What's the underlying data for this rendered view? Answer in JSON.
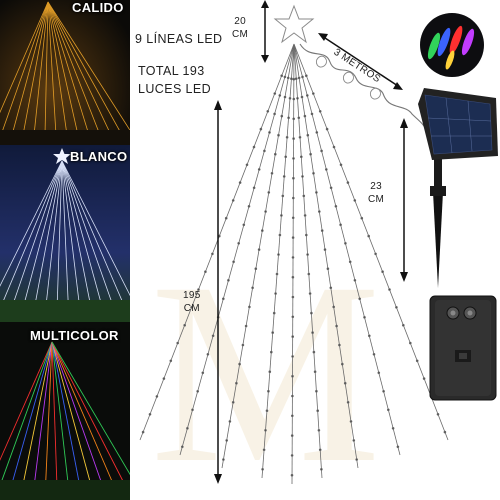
{
  "variants": [
    {
      "label": "CALIDO",
      "theme": "warm"
    },
    {
      "label": "BLANCO",
      "theme": "white"
    },
    {
      "label": "MULTICOLOR",
      "theme": "multi"
    }
  ],
  "specs": {
    "lines": "9 LÍNEAS LED",
    "total_line1": "TOTAL 193",
    "total_line2": "LUCES LED"
  },
  "dimensions": {
    "star_height_value": "20",
    "star_height_unit": "CM",
    "cable_length": "3 METROS",
    "stake_height_value": "23",
    "stake_height_unit": "CM",
    "strand_length_value": "195",
    "strand_length_unit": "CM"
  },
  "colors": {
    "warm": "#f3a92a",
    "white": "#dfe8ff",
    "strand": "#5a5a5a",
    "panel_frame": "#2a2a2a",
    "panel_cell": "#1c2d52"
  },
  "icons": [
    "star-icon",
    "solar-panel-icon",
    "battery-box-icon",
    "color-bulbs-icon"
  ]
}
